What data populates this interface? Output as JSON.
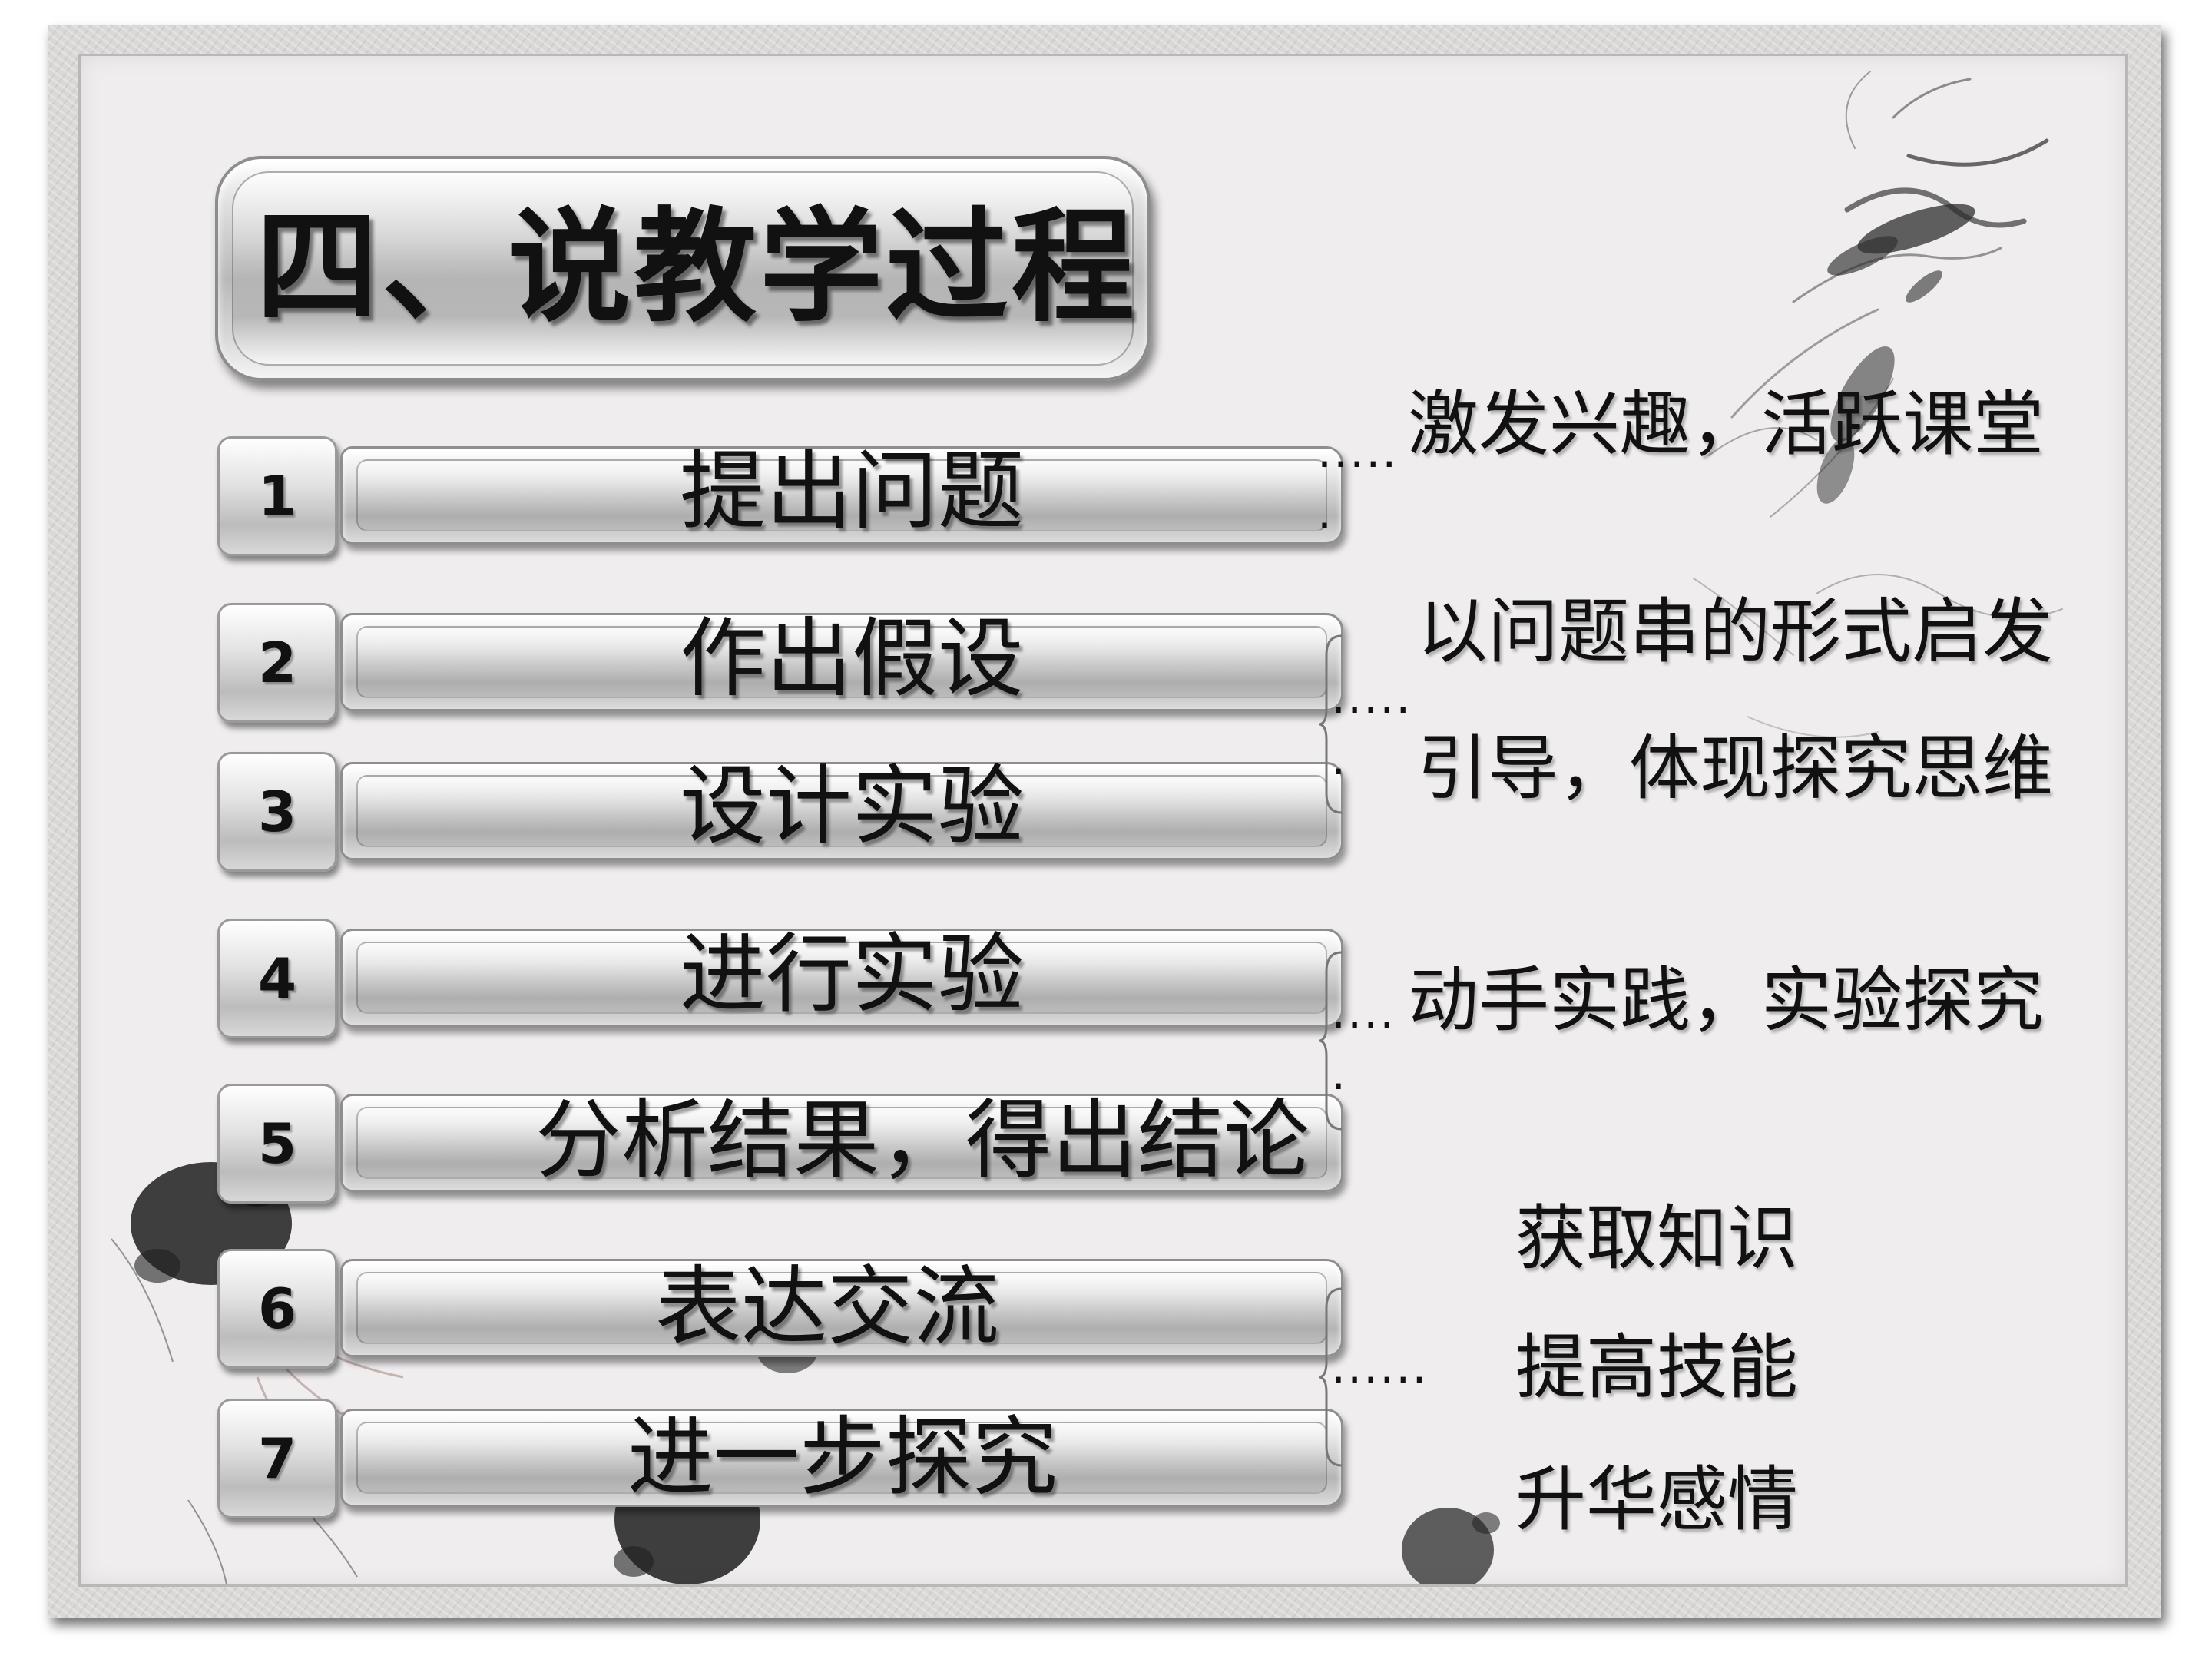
{
  "slide": {
    "title": "四、说教学过程",
    "steps": [
      {
        "number": "1",
        "label": "提出问题"
      },
      {
        "number": "2",
        "label": "作出假设"
      },
      {
        "number": "3",
        "label": "设计实验"
      },
      {
        "number": "4",
        "label": "进行实验"
      },
      {
        "number": "5",
        "label": "分析结果，得出结论"
      },
      {
        "number": "6",
        "label": "表达交流"
      },
      {
        "number": "7",
        "label": "进一步探究"
      }
    ],
    "notes": {
      "note1_dots": ".....",
      "note1_dot2": ".",
      "note1_text": "激发兴趣，活跃课堂",
      "note2_dots": ".....",
      "note2_dot2": ".",
      "note2_line1": "以问题串的形式启发",
      "note2_line2": "引导，体现探究思维",
      "note3_dots": "....",
      "note3_dot2": ".",
      "note3_text": "动手实践，实验探究",
      "note4_dots": "......",
      "note4_items": [
        "获取知识",
        "提高技能",
        "升华感情"
      ]
    },
    "colors": {
      "frame": "#d9d8d7",
      "panel": "#efedee",
      "text": "#111111",
      "plaque": "#c8c8c8"
    }
  }
}
